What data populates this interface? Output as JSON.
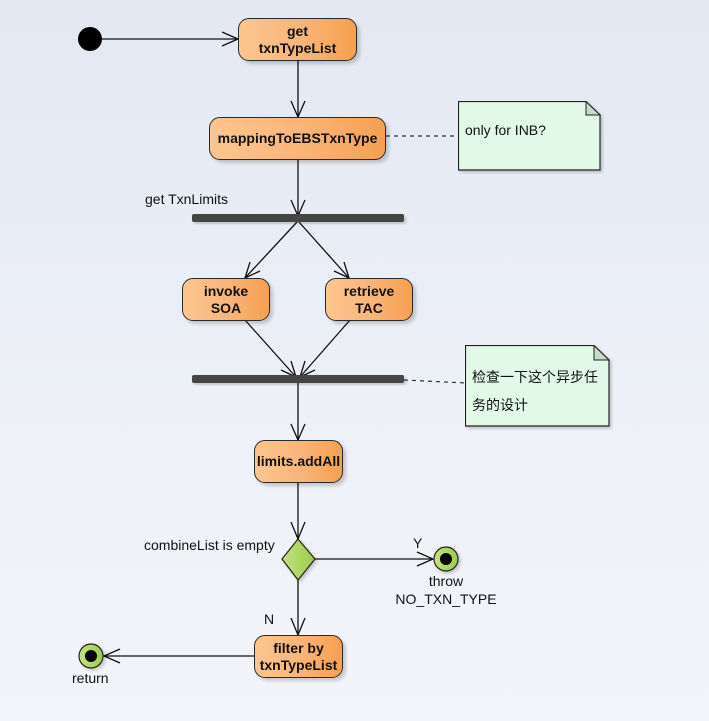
{
  "diagram": {
    "type": "UML activity diagram",
    "colors": {
      "action_fill_start": "#fcc690",
      "action_fill_end": "#f6a04f",
      "decision_fill": "#a8d65a",
      "final_fill": "#a8d65a",
      "note_fill": "#e3f9e8",
      "note_fold": "#c4dcc8",
      "bar_fill": "#444444",
      "line": "#111111"
    },
    "initial_node": {
      "id": "start"
    },
    "actions": [
      {
        "id": "get-txn-type-list",
        "label": "get\ntxnTypeList"
      },
      {
        "id": "mapping-to-ebs-txn-type",
        "label": "mappingToEBSTxnType"
      },
      {
        "id": "invoke-soa",
        "label": "invoke\nSOA"
      },
      {
        "id": "retrieve-tac",
        "label": "retrieve\nTAC"
      },
      {
        "id": "limits-add-all",
        "label": "limits.addAll"
      },
      {
        "id": "filter-by-txn-type-list",
        "label": "filter by\ntxnTypeList"
      }
    ],
    "fork": {
      "id": "fork",
      "label": "get TxnLimits"
    },
    "join": {
      "id": "join"
    },
    "decision": {
      "id": "decision",
      "label": "combineList is empty"
    },
    "guards": {
      "yes": "Y",
      "no": "N"
    },
    "final_nodes": [
      {
        "id": "throw-final",
        "label": "throw\nNO_TXN_TYPE"
      },
      {
        "id": "return-final",
        "label": "return"
      }
    ],
    "notes": [
      {
        "id": "note-inb",
        "text": "only for INB?",
        "attached_to": "mapping-to-ebs-txn-type"
      },
      {
        "id": "note-async",
        "text": "检查一下这个异步任\n务的设计",
        "attached_to": "join"
      }
    ],
    "flows": [
      {
        "from": "start",
        "to": "get-txn-type-list"
      },
      {
        "from": "get-txn-type-list",
        "to": "mapping-to-ebs-txn-type"
      },
      {
        "from": "mapping-to-ebs-txn-type",
        "to": "fork"
      },
      {
        "from": "fork",
        "to": "invoke-soa"
      },
      {
        "from": "fork",
        "to": "retrieve-tac"
      },
      {
        "from": "invoke-soa",
        "to": "join"
      },
      {
        "from": "retrieve-tac",
        "to": "join"
      },
      {
        "from": "join",
        "to": "limits-add-all"
      },
      {
        "from": "limits-add-all",
        "to": "decision"
      },
      {
        "from": "decision",
        "to": "throw-final",
        "guard": "Y"
      },
      {
        "from": "decision",
        "to": "filter-by-txn-type-list",
        "guard": "N"
      },
      {
        "from": "filter-by-txn-type-list",
        "to": "return-final"
      }
    ]
  }
}
